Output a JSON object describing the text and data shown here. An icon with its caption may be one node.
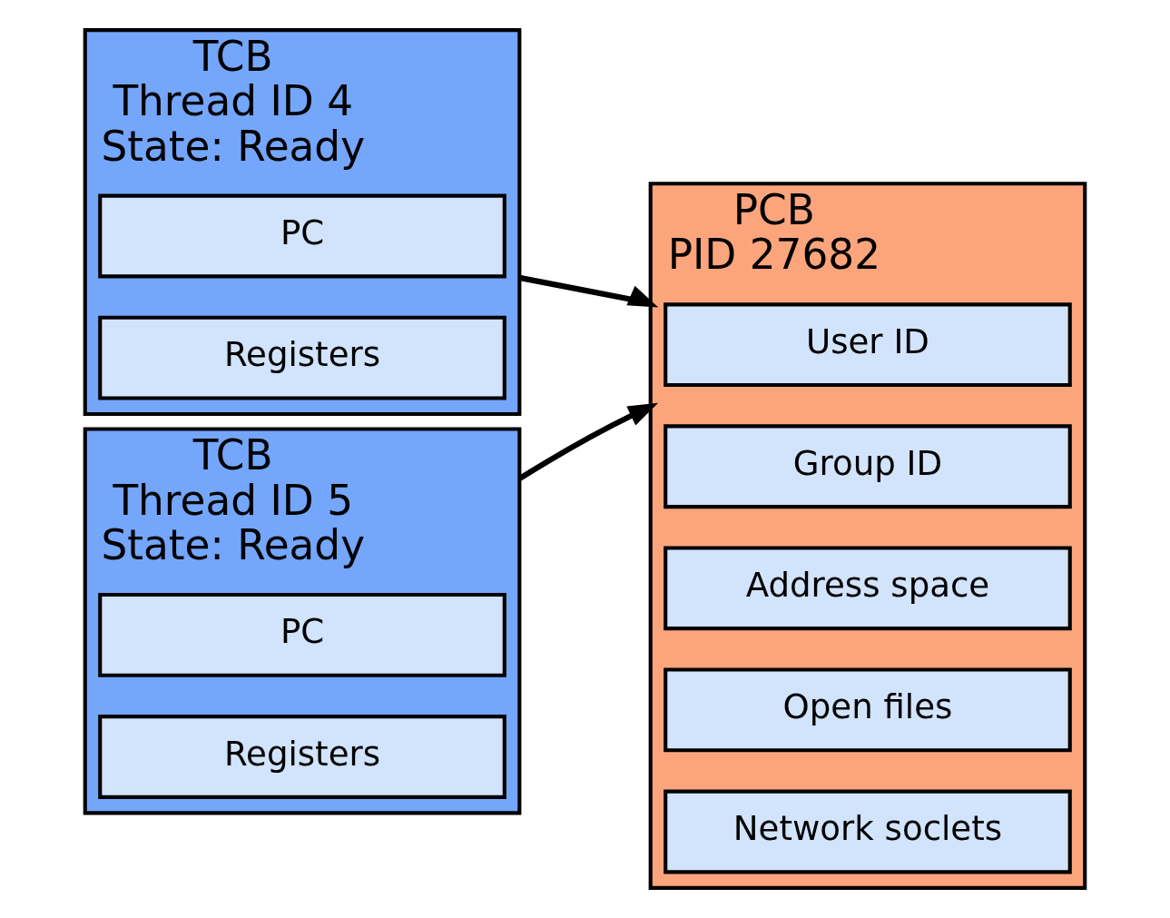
{
  "diagram": {
    "nodes": [
      {
        "text": [
          "TCB",
          "Thread ID 4",
          "State: Ready"
        ]
      },
      {
        "text": [
          "PC"
        ],
        "in": 0
      },
      {
        "text": [
          "Registers"
        ],
        "in": 0
      },
      {
        "text": [
          "TCB",
          "Thread ID 5",
          "State: Ready"
        ]
      },
      {
        "text": [
          "PC"
        ],
        "in": 3
      },
      {
        "text": [
          "Registers"
        ],
        "in": 3
      },
      {
        "text": [
          "PCB",
          "PID 27682"
        ]
      },
      {
        "text": [
          "User ID"
        ],
        "in": 6
      },
      {
        "text": [
          "Group ID"
        ],
        "in": 6
      },
      {
        "text": [
          "Address space"
        ],
        "in": 6
      },
      {
        "text": [
          "Open files"
        ],
        "in": 6
      },
      {
        "text": [
          "Network soclets"
        ],
        "in": 6
      }
    ],
    "edges": [
      {
        "from": 0,
        "to": 6,
        "arrow": "to"
      },
      {
        "from": 3,
        "to": 6,
        "arrow": "to"
      }
    ]
  }
}
